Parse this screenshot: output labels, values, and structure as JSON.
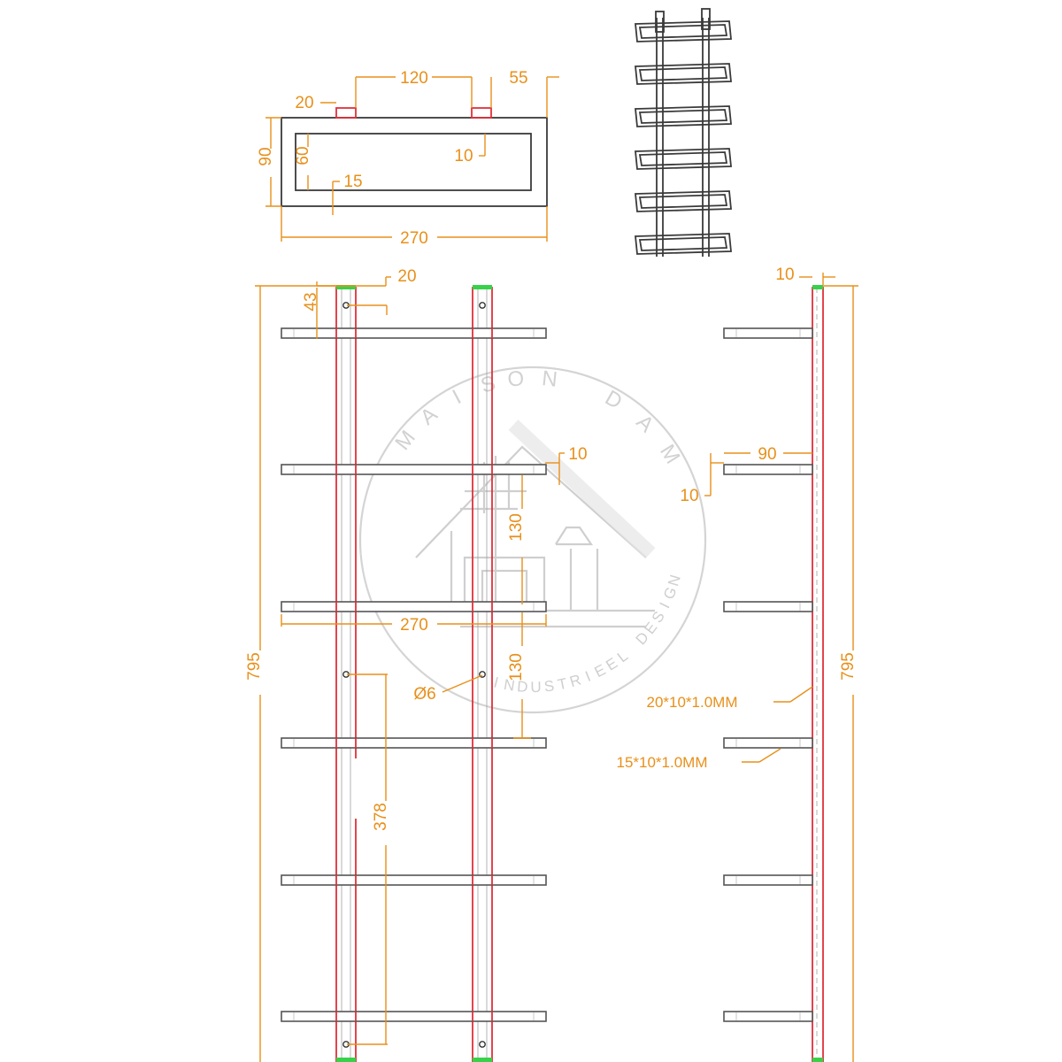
{
  "brand": {
    "name_letters": [
      "M",
      "A",
      "I",
      "S",
      "O",
      "N",
      "D",
      "A",
      "M"
    ],
    "tagline_letters": [
      "I",
      "N",
      "D",
      "U",
      "S",
      "T",
      "R",
      "I",
      "E",
      "E",
      "L",
      " ",
      "D",
      "E",
      "S",
      "I",
      "G",
      "N"
    ]
  },
  "top_view": {
    "dims": {
      "bracket_spacing": "120",
      "bracket_offset": "55",
      "bracket_width": "20",
      "outer_height": "90",
      "inner_height": "60",
      "frame_inner_offset": "10",
      "frame_bar": "15",
      "overall_width": "270"
    }
  },
  "front_view": {
    "dims": {
      "upright_width": "20",
      "hole_offset": "43",
      "shelf_thickness": "10",
      "shelf_spacing_1": "130",
      "shelf_spacing_2": "130",
      "shelf_width": "270",
      "hole_diameter": "Ø6",
      "hole_spacing": "378",
      "overall_height": "795"
    }
  },
  "side_view": {
    "dims": {
      "upright_depth": "10",
      "shelf_depth": "90",
      "shelf_thickness": "10",
      "overall_height": "795"
    },
    "specs": {
      "upright_profile": "20*10*1.0MM",
      "shelf_profile": "15*10*1.0MM"
    }
  },
  "colors": {
    "dimension": "#e8901a",
    "upright_outline": "#e0303a",
    "end_cap": "#38d24a",
    "watermark": "#cfcfcf"
  }
}
